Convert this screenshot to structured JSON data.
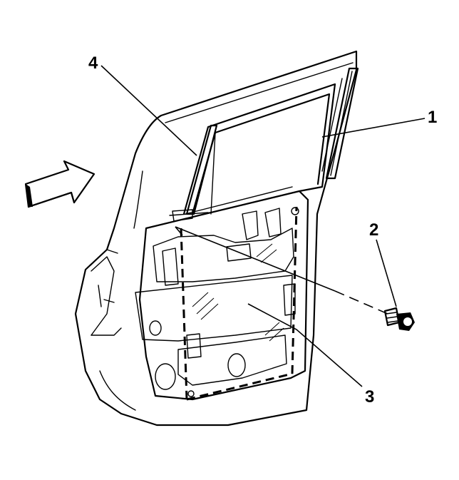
{
  "callouts": [
    {
      "id": "1",
      "label": "1"
    },
    {
      "id": "2",
      "label": "2"
    },
    {
      "id": "3",
      "label": "3"
    },
    {
      "id": "4",
      "label": "4"
    }
  ],
  "icons": {
    "direction_arrow": "forward-direction-arrow-icon"
  }
}
